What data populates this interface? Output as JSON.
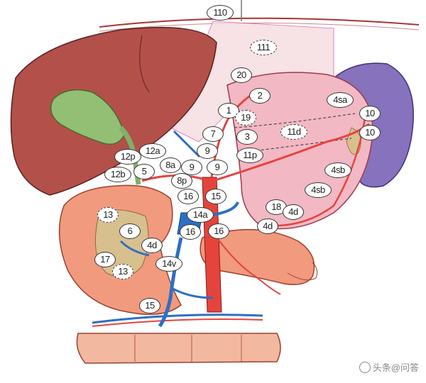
{
  "nodes": [
    {
      "text": "110",
      "style": "solid"
    },
    {
      "text": "111",
      "style": "dashed"
    },
    {
      "text": "20",
      "style": "solid"
    },
    {
      "text": "2",
      "style": "solid"
    },
    {
      "text": "1",
      "style": "solid"
    },
    {
      "text": "19",
      "style": "dashed"
    },
    {
      "text": "3",
      "style": "solid"
    },
    {
      "text": "7",
      "style": "solid"
    },
    {
      "text": "11d",
      "style": "dashed"
    },
    {
      "text": "4sa",
      "style": "solid"
    },
    {
      "text": "10",
      "style": "solid"
    },
    {
      "text": "10",
      "style": "solid"
    },
    {
      "text": "9",
      "style": "solid"
    },
    {
      "text": "9",
      "style": "solid"
    },
    {
      "text": "9",
      "style": "solid"
    },
    {
      "text": "11p",
      "style": "solid"
    },
    {
      "text": "12p",
      "style": "solid"
    },
    {
      "text": "12a",
      "style": "solid"
    },
    {
      "text": "8a",
      "style": "solid"
    },
    {
      "text": "12b",
      "style": "solid"
    },
    {
      "text": "5",
      "style": "solid"
    },
    {
      "text": "8p",
      "style": "solid"
    },
    {
      "text": "4sb",
      "style": "solid"
    },
    {
      "text": "4sb",
      "style": "solid"
    },
    {
      "text": "16",
      "style": "solid"
    },
    {
      "text": "15",
      "style": "solid"
    },
    {
      "text": "14a",
      "style": "solid"
    },
    {
      "text": "18",
      "style": "solid"
    },
    {
      "text": "4d",
      "style": "solid"
    },
    {
      "text": "13",
      "style": "dashed"
    },
    {
      "text": "6",
      "style": "solid"
    },
    {
      "text": "16",
      "style": "solid"
    },
    {
      "text": "16",
      "style": "solid"
    },
    {
      "text": "4d",
      "style": "solid"
    },
    {
      "text": "4d",
      "style": "solid"
    },
    {
      "text": "17",
      "style": "solid"
    },
    {
      "text": "13",
      "style": "dashed"
    },
    {
      "text": "14v",
      "style": "solid"
    },
    {
      "text": "15",
      "style": "solid"
    }
  ],
  "watermark": "头条@问答",
  "colors": {
    "liver": "#b3504a",
    "gallbladder": "#92bf73",
    "stomach": "#f2b8c4",
    "spleen": "#8672bd",
    "pancreas": "#f19a7e",
    "lymph_fat": "#d8bf8e",
    "artery": "#e4443c",
    "vein": "#2e6fc4",
    "colon": "#f3b8a0"
  }
}
